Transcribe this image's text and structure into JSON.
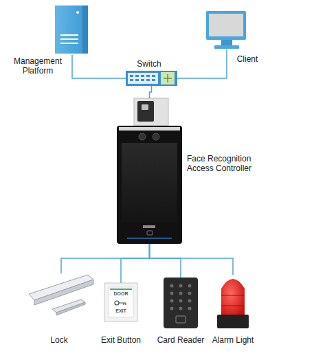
{
  "diagram": {
    "nodes": [
      {
        "text": [
          "Management Platform"
        ]
      },
      {
        "text": [
          "Switch"
        ]
      },
      {
        "text": [
          "Client"
        ]
      },
      {
        "text": [
          "Face Recognition Access Controller"
        ]
      },
      {
        "text": [
          "Lock"
        ]
      },
      {
        "text": [
          "Exit Button"
        ]
      },
      {
        "text": [
          "Card Reader"
        ]
      },
      {
        "text": [
          "Alarm Light"
        ]
      }
    ],
    "edges": [
      {
        "from": 0,
        "to": 1,
        "arrow": "none"
      },
      {
        "from": 1,
        "to": 2,
        "arrow": "none"
      },
      {
        "from": 1,
        "to": 3,
        "arrow": "none"
      },
      {
        "from": 3,
        "to": 4,
        "arrow": "none"
      },
      {
        "from": 3,
        "to": 5,
        "arrow": "none"
      },
      {
        "from": 3,
        "to": 6,
        "arrow": "none"
      },
      {
        "from": 3,
        "to": 7,
        "arrow": "none"
      }
    ],
    "labels": [
      "DOOR",
      "EXIT"
    ]
  }
}
